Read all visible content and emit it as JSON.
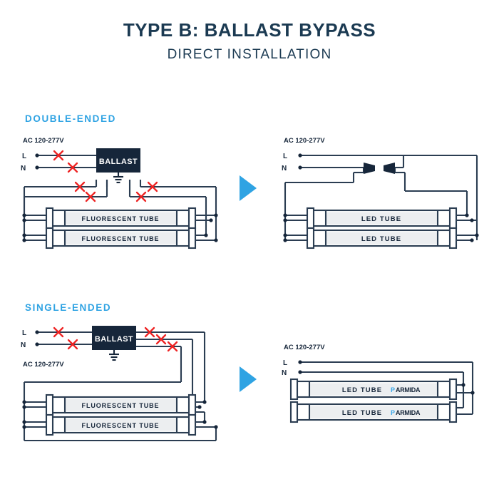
{
  "header": {
    "title": "TYPE B: BALLAST BYPASS",
    "subtitle": "DIRECT INSTALLATION"
  },
  "colors": {
    "accent_blue": "#2fa3e3",
    "title_navy": "#1b3a52",
    "wire_navy": "#2b3d52",
    "ballast_fill": "#16263a",
    "cut_red": "#ee2222",
    "tube_body": "#eceef0",
    "logo_p_blue": "#3aa7e8",
    "logo_text_navy": "#16263a",
    "background": "#ffffff"
  },
  "sections": [
    {
      "id": "double-ended",
      "label": "DOUBLE-ENDED",
      "before": {
        "supply_label": "AC 120-277V",
        "supply_label_position": "above",
        "terminals": [
          "L",
          "N"
        ],
        "device_label": "BALLAST",
        "has_ground_symbol": true,
        "cut_marks": 6,
        "tubes": [
          "FLUORESCENT TUBE",
          "FLUORESCENT TUBE"
        ],
        "tube_brand": null
      },
      "after": {
        "supply_label": "AC 120-277V",
        "supply_label_position": "above",
        "terminals": [
          "L",
          "N"
        ],
        "device_label": null,
        "has_ground_symbol": false,
        "connectors": 2,
        "cut_marks": 0,
        "tubes": [
          "LED TUBE",
          "LED TUBE"
        ],
        "tube_brand": null
      }
    },
    {
      "id": "single-ended",
      "label": "SINGLE-ENDED",
      "before": {
        "supply_label": "AC 120-277V",
        "supply_label_position": "below",
        "terminals": [
          "L",
          "N"
        ],
        "device_label": "BALLAST",
        "has_ground_symbol": true,
        "cut_marks": 5,
        "tubes": [
          "FLUORESCENT TUBE",
          "FLUORESCENT TUBE"
        ],
        "tube_brand": null
      },
      "after": {
        "supply_label": "AC 120-277V",
        "supply_label_position": "above",
        "terminals": [
          "L",
          "N"
        ],
        "device_label": null,
        "has_ground_symbol": false,
        "connectors": 0,
        "cut_marks": 0,
        "tubes": [
          "LED TUBE",
          "LED TUBE"
        ],
        "tube_brand": {
          "prefix": "P",
          "rest": "ARMIDA"
        }
      }
    }
  ],
  "arrows": {
    "glyph": "right-triangle",
    "count": 2
  }
}
